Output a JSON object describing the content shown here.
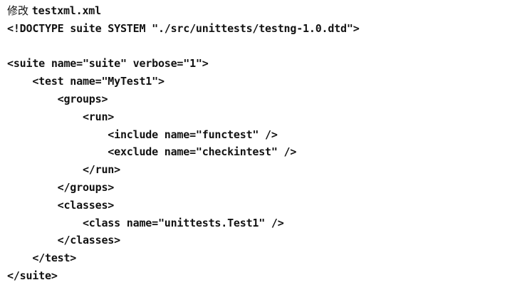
{
  "page": {
    "background_color": "#ffffff",
    "text_color": "#121212"
  },
  "header": {
    "action_label": "修改",
    "file_name": "testxml.xml"
  },
  "code": {
    "language": "xml",
    "lines": [
      "<!DOCTYPE suite SYSTEM \"./src/unittests/testng-1.0.dtd\">",
      "",
      "<suite name=\"suite\" verbose=\"1\">",
      "    <test name=\"MyTest1\">",
      "        <groups>",
      "            <run>",
      "                <include name=\"functest\" />",
      "                <exclude name=\"checkintest\" />",
      "            </run>",
      "        </groups>",
      "        <classes>",
      "            <class name=\"unittests.Test1\" />",
      "        </classes>",
      "    </test>",
      "</suite>"
    ]
  }
}
